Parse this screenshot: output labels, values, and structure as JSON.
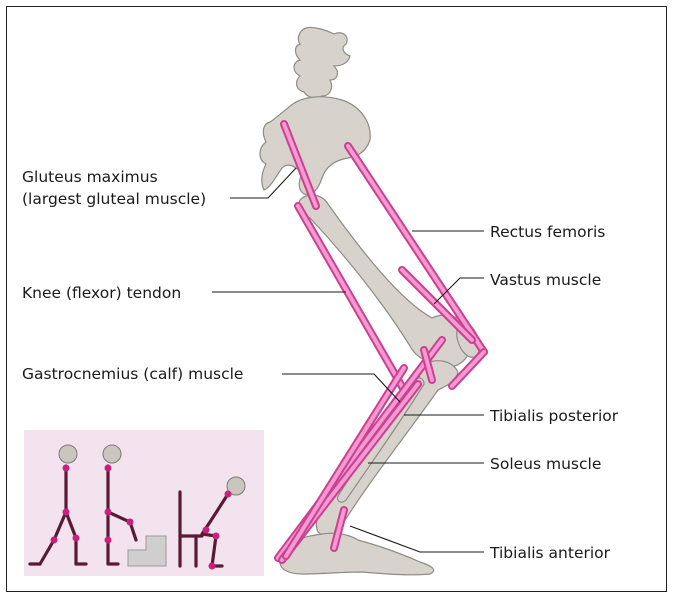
{
  "labels": {
    "gluteus_line1": "Gluteus maximus",
    "gluteus_line2": "(largest gluteal muscle)",
    "knee_tendon": "Knee (flexor) tendon",
    "gastrocnemius": "Gastrocnemius (calf) muscle",
    "rectus_femoris": "Rectus femoris",
    "vastus": "Vastus muscle",
    "tibialis_posterior": "Tibialis posterior",
    "soleus": "Soleus muscle",
    "tibialis_anterior": "Tibialis anterior"
  },
  "colors": {
    "muscle": "#cd3f93",
    "muscle_highlight": "#f29bd0",
    "bone": "#d7d3cc",
    "inset_background": "#f3e3ee",
    "stick_figure": "#5a1a33",
    "joint": "#c7207e"
  }
}
